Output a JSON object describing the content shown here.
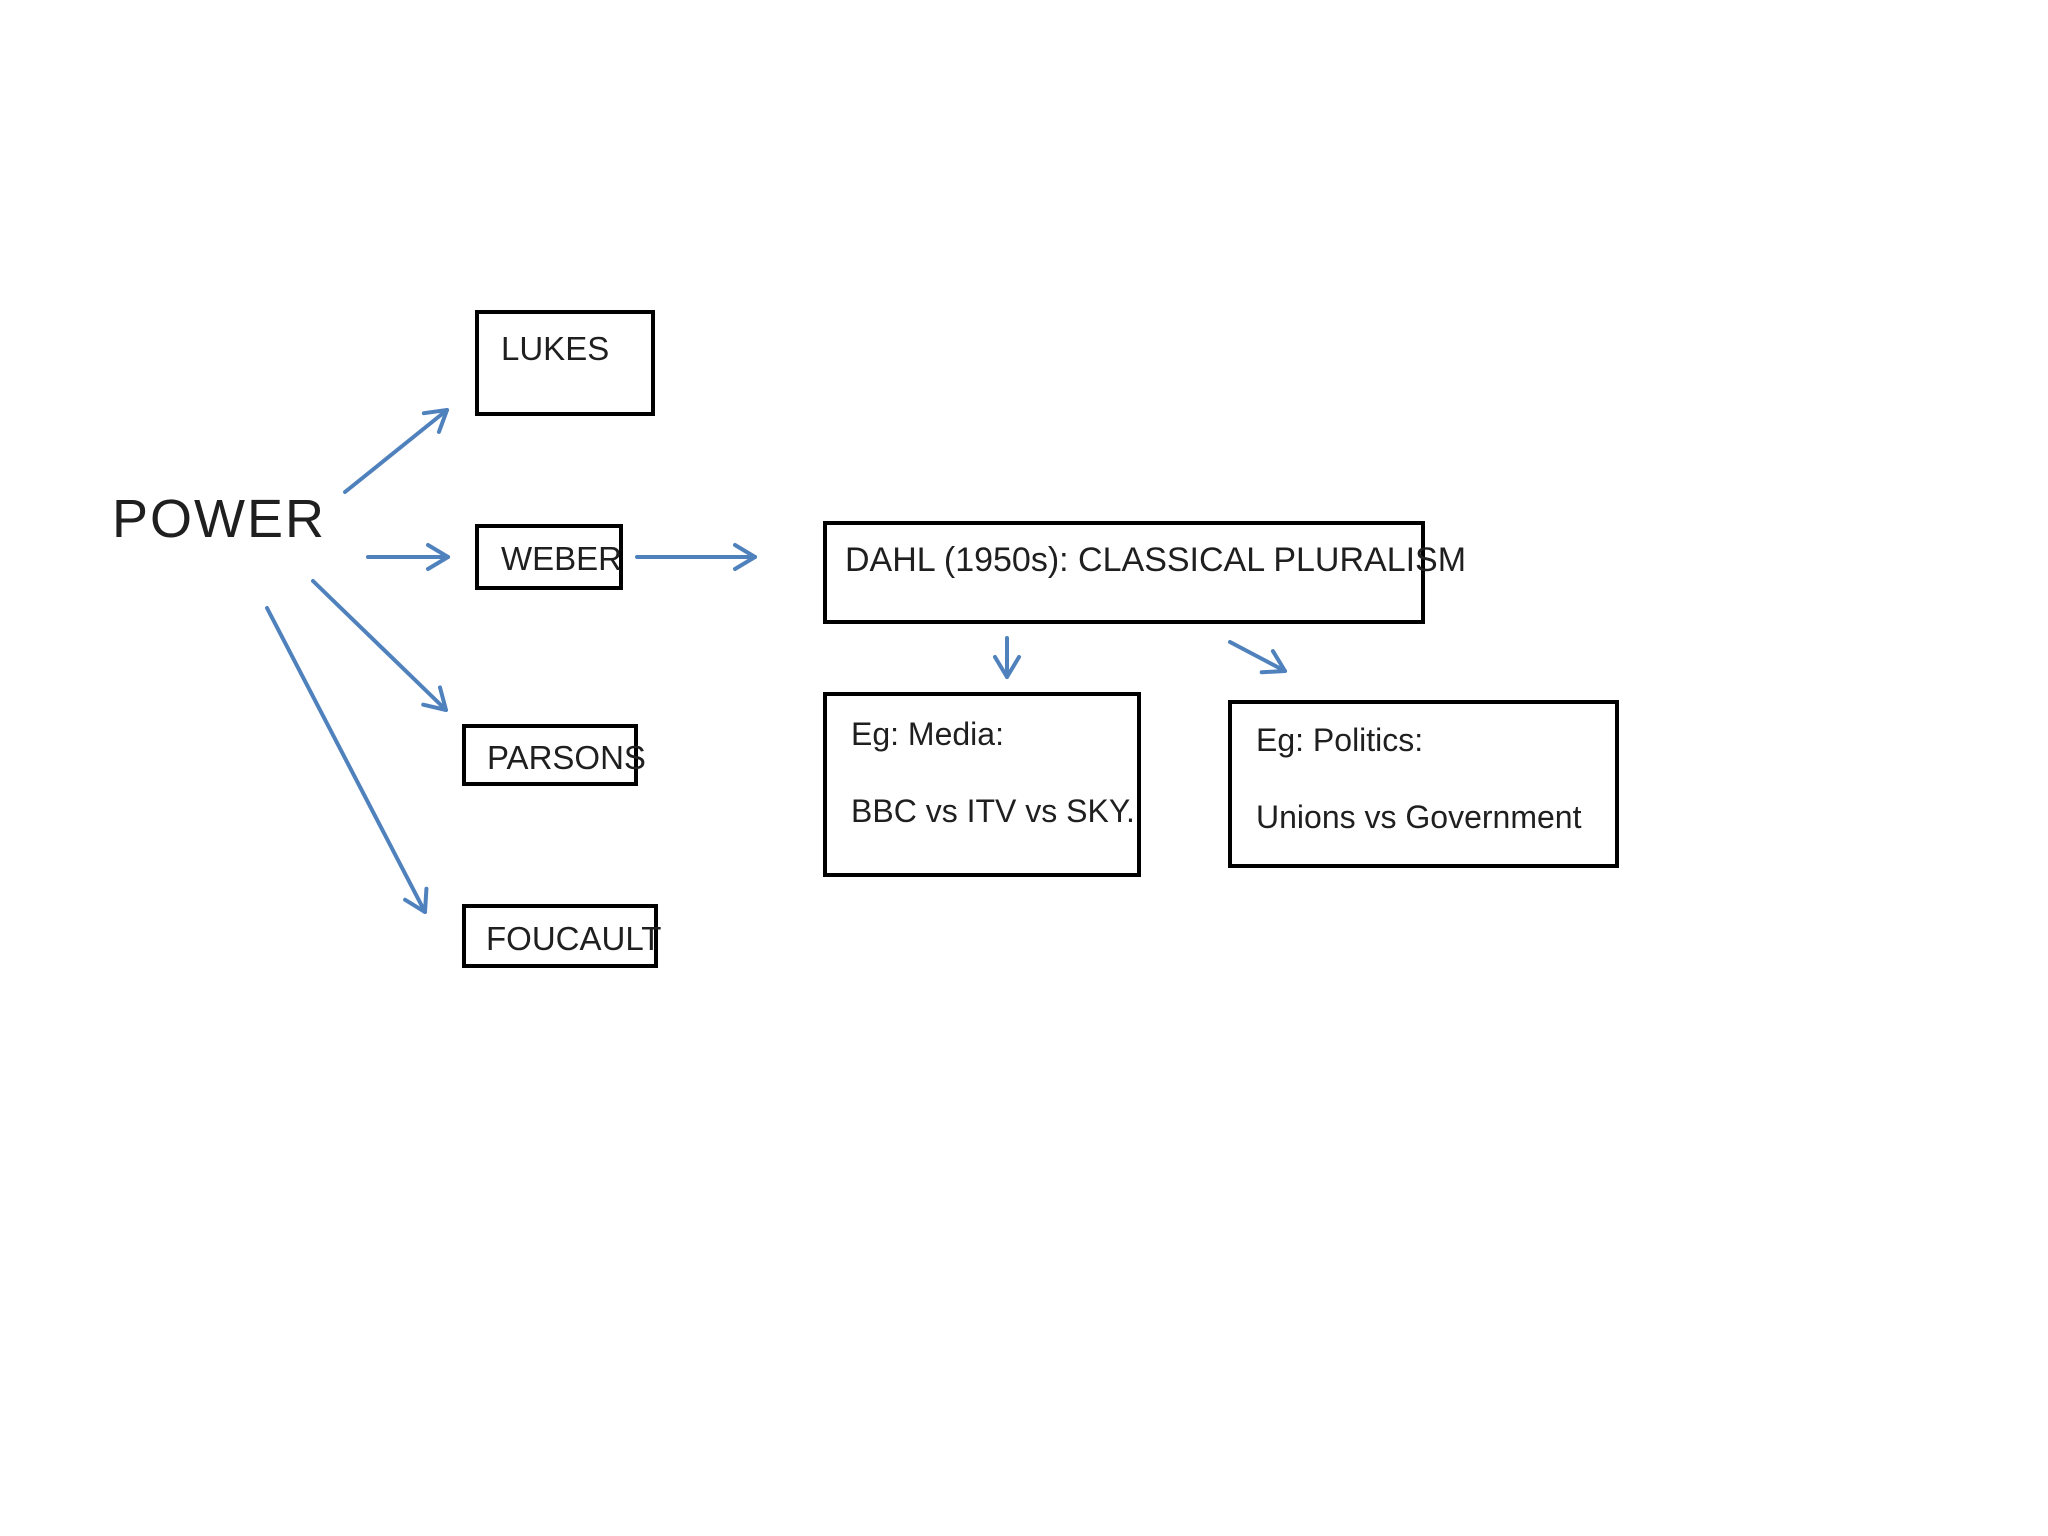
{
  "diagram": {
    "title": "POWER",
    "colors": {
      "arrow": "#4f81bd",
      "box_border": "#000000",
      "text": "#1f1f1f",
      "background": "#ffffff"
    },
    "nodes": {
      "power": {
        "label": "POWER"
      },
      "lukes": {
        "label": "LUKES"
      },
      "weber": {
        "label": "WEBER"
      },
      "parsons": {
        "label": "PARSONS"
      },
      "foucault": {
        "label": "FOUCAULT"
      },
      "dahl": {
        "label": "DAHL (1950s): CLASSICAL PLURALISM"
      },
      "media": {
        "line1": "Eg: Media:",
        "line2": "BBC vs ITV vs SKY."
      },
      "politics": {
        "line1": "Eg: Politics:",
        "line2": "Unions vs Government"
      }
    },
    "edges": [
      {
        "from": "POWER",
        "to": "LUKES"
      },
      {
        "from": "POWER",
        "to": "WEBER"
      },
      {
        "from": "POWER",
        "to": "PARSONS"
      },
      {
        "from": "POWER",
        "to": "FOUCAULT"
      },
      {
        "from": "WEBER",
        "to": "DAHL (1950s): CLASSICAL PLURALISM"
      },
      {
        "from": "DAHL (1950s): CLASSICAL PLURALISM",
        "to": "Eg: Media"
      },
      {
        "from": "DAHL (1950s): CLASSICAL PLURALISM",
        "to": "Eg: Politics"
      }
    ]
  }
}
